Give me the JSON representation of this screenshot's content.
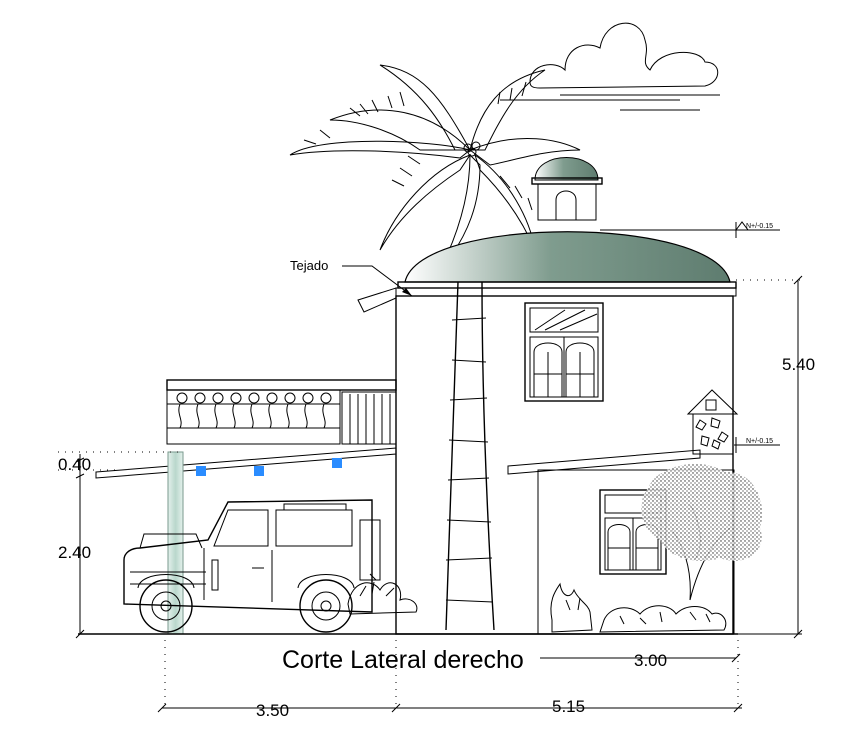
{
  "title": "Corte Lateral derecho",
  "labels": {
    "roof": "Tejado",
    "level_top": "N+/-0.15",
    "level_mid": "N+/-0.15"
  },
  "dimensions": {
    "parapet_height": "0.40",
    "ground_floor_height": "2.40",
    "total_height": "5.40",
    "carport_width": "3.50",
    "house_width": "5.15",
    "annex_width": "3.00"
  },
  "colors": {
    "dome_fill": "#7f9c8e",
    "column_fill": "#b9d7cc",
    "lamp_fill": "#2a8cff",
    "line": "#000000"
  }
}
